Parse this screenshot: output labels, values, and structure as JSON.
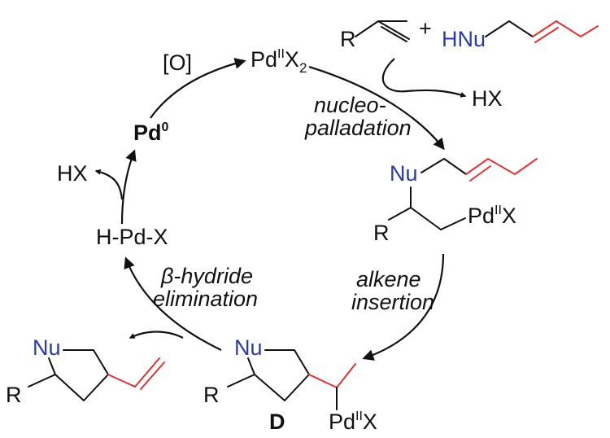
{
  "colors": {
    "nucleophile": "#2b3ca3",
    "new_bond": "#dd3333",
    "ink": "#111111"
  },
  "catalyst": {
    "pd2": {
      "base": "Pd",
      "ox": "II",
      "ligand": "X",
      "count": "2"
    },
    "pd0": {
      "base": "Pd",
      "ox": "0"
    },
    "oxidant": "[O]",
    "hydride": "H-Pd-X"
  },
  "reactants": {
    "alkene_r": "R",
    "plus": "+",
    "amine": "HNu"
  },
  "byproducts": {
    "hx_top": "HX",
    "hx_left": "HX"
  },
  "steps": {
    "nucleopalladation": [
      "nucleo-",
      "palladation"
    ],
    "insertion": [
      "alkene",
      "insertion"
    ],
    "elimination": [
      "β-hydride",
      "elimination"
    ]
  },
  "intermediate_1": {
    "nu": "Nu",
    "r": "R",
    "pd": "Pd",
    "ox": "II",
    "x": "X"
  },
  "intermediate_d": {
    "nu": "Nu",
    "r": "R",
    "pd": "Pd",
    "ox": "II",
    "x": "X",
    "label": "D"
  },
  "product": {
    "nu": "Nu",
    "r": "R"
  }
}
